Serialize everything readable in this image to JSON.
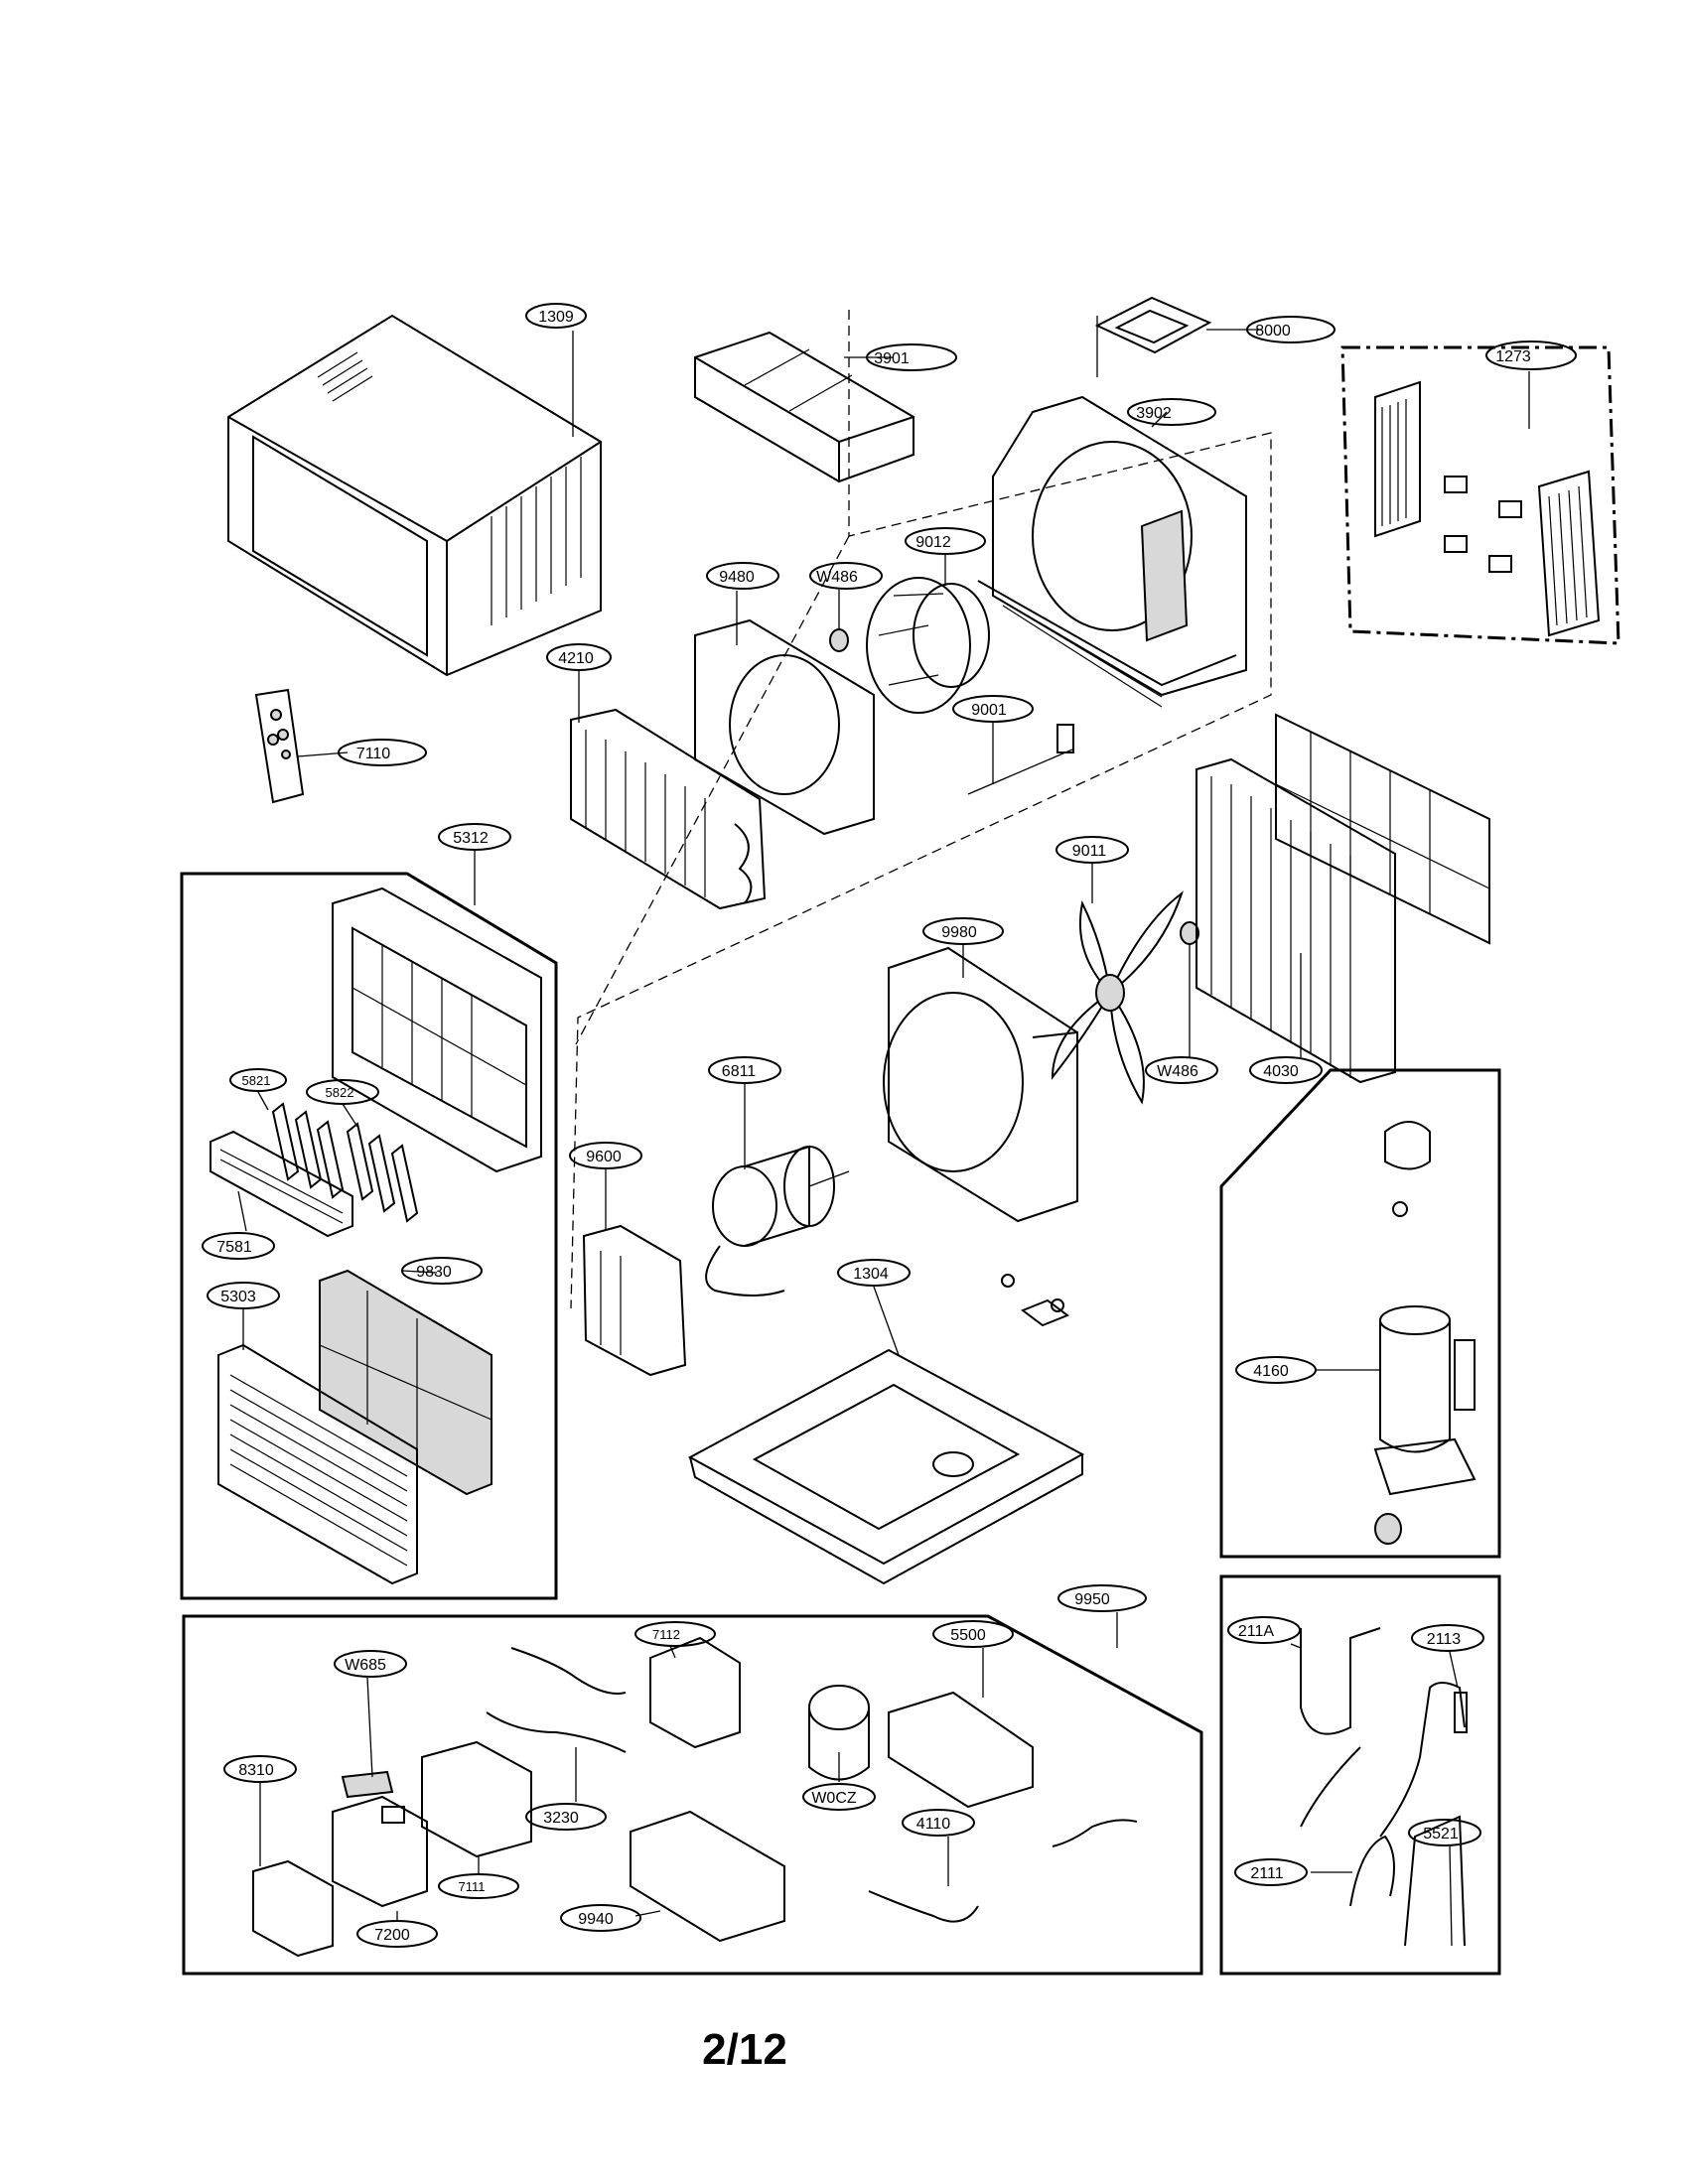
{
  "page_number": "2/12",
  "callouts": {
    "c1309": "1309",
    "c3901": "3901",
    "c8000": "8000",
    "c3902": "3902",
    "c1273": "1273",
    "c9012": "9012",
    "c9480": "9480",
    "cW486a": "W486",
    "c4210": "4210",
    "c7110": "7110",
    "c9001": "9001",
    "c5312": "5312",
    "c9011": "9011",
    "c9980": "9980",
    "c5821": "5821",
    "c5822": "5822",
    "c6811": "6811",
    "cW486b": "W486",
    "c4030": "4030",
    "c9600": "9600",
    "c7581": "7581",
    "c9830": "9830",
    "c5303": "5303",
    "c1304": "1304",
    "c4160": "4160",
    "c9950": "9950",
    "c7112": "7112",
    "c5500": "5500",
    "cW685": "W685",
    "c211A": "211A",
    "c2113": "2113",
    "cW0CZ": "W0CZ",
    "c3230": "3230",
    "c8310": "8310",
    "c4110": "4110",
    "c7111": "7111",
    "c9940": "9940",
    "c7200": "7200",
    "c2111": "2111",
    "c5521": "5521"
  }
}
